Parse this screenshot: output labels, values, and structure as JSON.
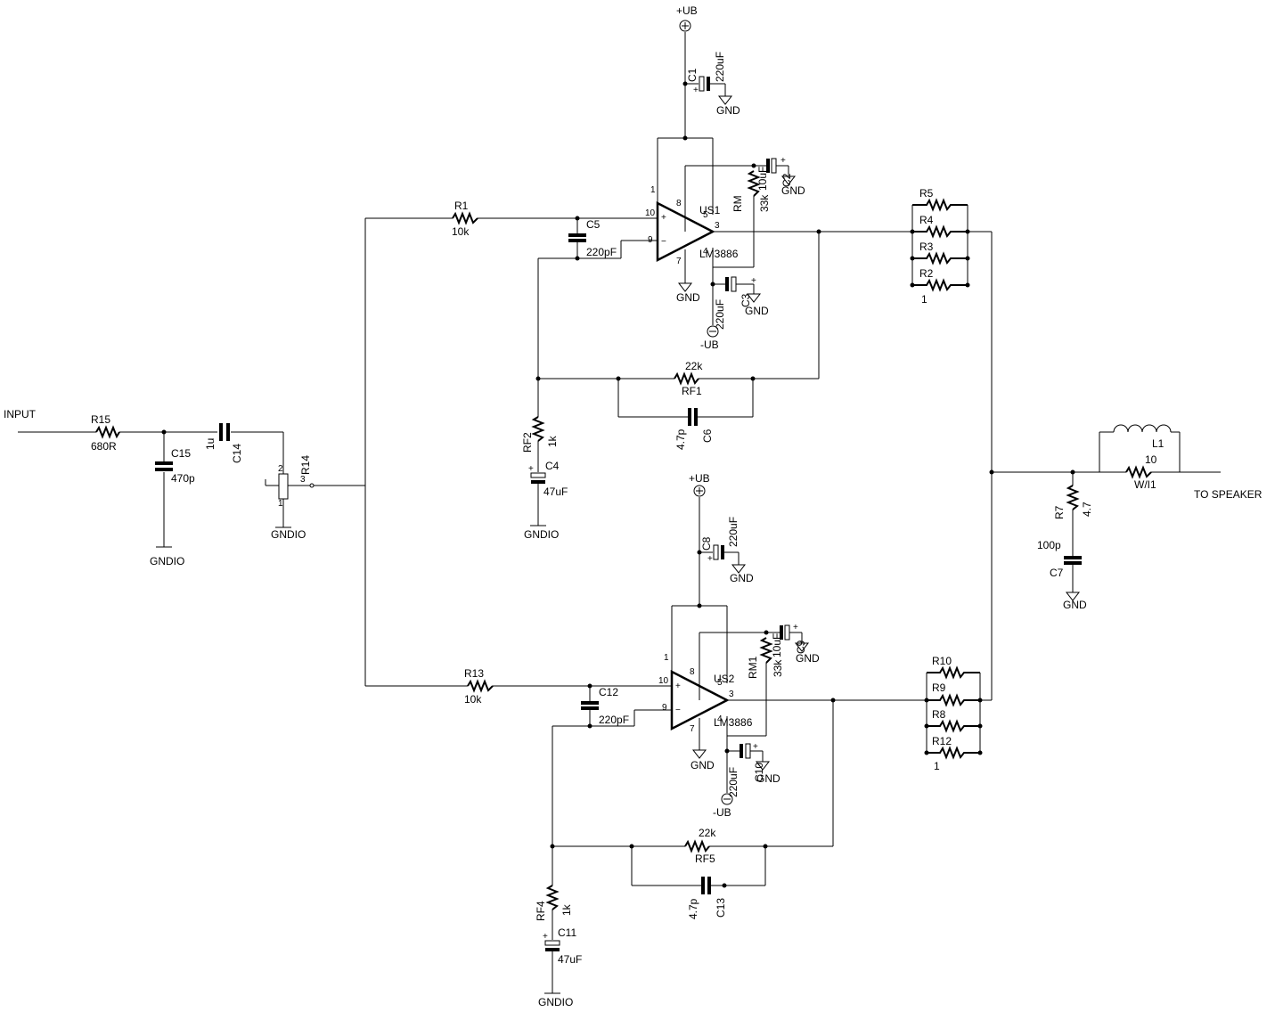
{
  "schematic": {
    "io": {
      "input": "INPUT",
      "output": "TO SPEAKER"
    },
    "supplies": {
      "pos": "+UB",
      "neg": "-UB",
      "gnd": "GND",
      "gndio": "GNDIO"
    },
    "input_stage": {
      "R15": {
        "ref": "R15",
        "value": "680R"
      },
      "C15": {
        "ref": "C15",
        "value": "470p"
      },
      "C14": {
        "ref": "C14",
        "value": "1u"
      },
      "R14": {
        "ref": "R14",
        "pins": [
          "2",
          "3",
          "1"
        ]
      }
    },
    "amp_top": {
      "ic_ref": "US1",
      "ic_part": "LM3886",
      "pins": [
        "1",
        "8",
        "10",
        "9",
        "5",
        "3",
        "4",
        "7"
      ],
      "R1": {
        "ref": "R1",
        "value": "10k"
      },
      "C5": {
        "ref": "C5",
        "value": "220pF"
      },
      "C1": {
        "ref": "C1",
        "value": "220uF"
      },
      "C2": {
        "ref": "C2",
        "value": "10uF"
      },
      "C3": {
        "ref": "C3",
        "value": "220uF"
      },
      "RM": {
        "ref": "RM",
        "value": "33k"
      },
      "RF1": {
        "ref": "RF1",
        "value": "22k"
      },
      "C6": {
        "ref": "C6",
        "value": "4.7p"
      },
      "RF2": {
        "ref": "RF2",
        "value": "1k"
      },
      "C4": {
        "ref": "C4",
        "value": "47uF"
      }
    },
    "amp_bottom": {
      "ic_ref": "US2",
      "ic_part": "LM3886",
      "pins": [
        "1",
        "8",
        "10",
        "9",
        "5",
        "3",
        "4",
        "7"
      ],
      "R13": {
        "ref": "R13",
        "value": "10k"
      },
      "C12": {
        "ref": "C12",
        "value": "220pF"
      },
      "C8": {
        "ref": "C8",
        "value": "220uF"
      },
      "C9": {
        "ref": "C9",
        "value": "10uF"
      },
      "C10": {
        "ref": "C10",
        "value": "220uF"
      },
      "RM1": {
        "ref": "RM1",
        "value": "33k"
      },
      "RF5": {
        "ref": "RF5",
        "value": "22k"
      },
      "C13": {
        "ref": "C13",
        "value": "4.7p"
      },
      "RF4": {
        "ref": "RF4",
        "value": "1k"
      },
      "C11": {
        "ref": "C11",
        "value": "47uF"
      }
    },
    "ballast_top": {
      "refs": [
        "R5",
        "R4",
        "R3",
        "R2"
      ],
      "value": "1"
    },
    "ballast_bottom": {
      "refs": [
        "R10",
        "R9",
        "R8",
        "R12"
      ],
      "value": "1"
    },
    "output": {
      "R7": {
        "ref": "R7",
        "value": "4.7"
      },
      "C7": {
        "ref": "C7",
        "value": "100p"
      },
      "L1": {
        "ref": "L1"
      },
      "R_L": {
        "value": "10",
        "extra": "W/I1"
      }
    }
  }
}
